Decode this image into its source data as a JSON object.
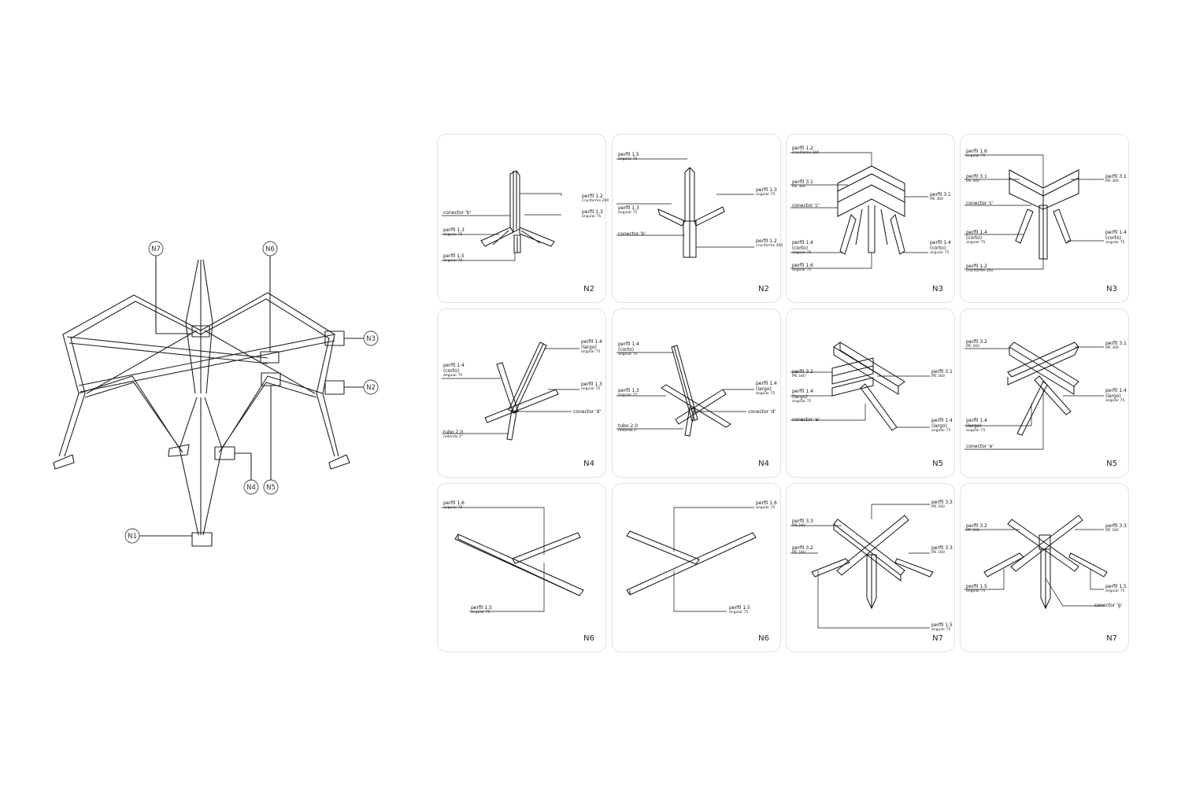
{
  "overview": {
    "nodes": [
      "N7",
      "N6",
      "N3",
      "N2",
      "N4",
      "N5",
      "N1"
    ]
  },
  "panels": [
    {
      "id": "N2",
      "labels": [
        {
          "main": "perfil 1.2",
          "sub": "cruciforme 200"
        },
        {
          "main": "perfil 1.3",
          "sub": "angular 75"
        },
        {
          "main": "conector 'b'",
          "sub": ""
        },
        {
          "main": "perfil 1.3",
          "sub": "angular 75"
        },
        {
          "main": "perfil 1.5",
          "sub": "angular 75"
        }
      ]
    },
    {
      "id": "N2",
      "labels": [
        {
          "main": "perfil 1.5",
          "sub": "angular 75"
        },
        {
          "main": "perfil 1.3",
          "sub": "angular 75"
        },
        {
          "main": "perfil 1.3",
          "sub": "angular 75"
        },
        {
          "main": "conector 'b'",
          "sub": ""
        },
        {
          "main": "perfil 1.2",
          "sub": "cruciforme 200"
        }
      ]
    },
    {
      "id": "N3",
      "labels": [
        {
          "main": "perfil 1.2",
          "sub": "cruciforme 200"
        },
        {
          "main": "perfil 3.1",
          "sub": "IPE 300"
        },
        {
          "main": "perfil 3.1",
          "sub": "IPE 300"
        },
        {
          "main": "conector 'c'",
          "sub": ""
        },
        {
          "main": "perfil 1.4\n(corto)",
          "sub": "angular 75"
        },
        {
          "main": "perfil 1.4\n(corto)",
          "sub": "angular 75"
        },
        {
          "main": "perfil 1.6",
          "sub": "angular 75"
        }
      ]
    },
    {
      "id": "N3",
      "labels": [
        {
          "main": "perfil 1.6",
          "sub": "angular 75"
        },
        {
          "main": "perfil 3.1",
          "sub": "IPE 300"
        },
        {
          "main": "perfil 3.1",
          "sub": "IPE 300"
        },
        {
          "main": "conector 'c'",
          "sub": ""
        },
        {
          "main": "perfil 1.4\n(corto)",
          "sub": "angular 75"
        },
        {
          "main": "perfil 1.4\n(corto)",
          "sub": "angular 75"
        },
        {
          "main": "perfil 1.2",
          "sub": "cruciforme 200"
        }
      ]
    },
    {
      "id": "N4",
      "labels": [
        {
          "main": "perfil 1.4\n(largo)",
          "sub": "angular 75"
        },
        {
          "main": "perfil 1.4\n(corto)",
          "sub": "angular 75"
        },
        {
          "main": "perfil 1.3",
          "sub": "angular 75"
        },
        {
          "main": "conector 'd'",
          "sub": ""
        },
        {
          "main": "tubo 2.0",
          "sub": "redondo 2\""
        }
      ]
    },
    {
      "id": "N4",
      "labels": [
        {
          "main": "perfil 1.4\n(corto)",
          "sub": "angular 75"
        },
        {
          "main": "perfil 1.4\n(largo)",
          "sub": "angular 75"
        },
        {
          "main": "perfil 1.3",
          "sub": "angular 75"
        },
        {
          "main": "conector 'd'",
          "sub": ""
        },
        {
          "main": "tubo 2.0",
          "sub": "redondo 2\""
        }
      ]
    },
    {
      "id": "N5",
      "labels": [
        {
          "main": "perfil 3.2",
          "sub": "IPE 160"
        },
        {
          "main": "perfil 3.1",
          "sub": "IPE 300"
        },
        {
          "main": "perfil 1.4\n(largo)",
          "sub": "angular 75"
        },
        {
          "main": "conector 'e'",
          "sub": ""
        },
        {
          "main": "perfil 1.4\n(largo)",
          "sub": "angular 75"
        }
      ]
    },
    {
      "id": "N5",
      "labels": [
        {
          "main": "perfil 3.2",
          "sub": "IPE 160"
        },
        {
          "main": "perfil 3.1",
          "sub": "IPE 300"
        },
        {
          "main": "perfil 1.4\n(largo)",
          "sub": "angular 75"
        },
        {
          "main": "perfil 1.4\n(largo)",
          "sub": "angular 75"
        },
        {
          "main": "conector 'e'",
          "sub": ""
        }
      ]
    },
    {
      "id": "N6",
      "labels": [
        {
          "main": "perfil 1.6",
          "sub": "angular 75"
        },
        {
          "main": "perfil 1.5",
          "sub": "angular 75"
        }
      ]
    },
    {
      "id": "N6",
      "labels": [
        {
          "main": "perfil 1.6",
          "sub": "angular 75"
        },
        {
          "main": "perfil 1.5",
          "sub": "angular 75"
        }
      ]
    },
    {
      "id": "N7",
      "labels": [
        {
          "main": "perfil 3.3",
          "sub": "IPE 160"
        },
        {
          "main": "perfil 3.3",
          "sub": "IPE 160"
        },
        {
          "main": "perfil 3.2",
          "sub": "IPE 160"
        },
        {
          "main": "perfil 3.3",
          "sub": "IPE 160"
        },
        {
          "main": "perfil 1.5",
          "sub": "angular 75"
        }
      ]
    },
    {
      "id": "N7",
      "labels": [
        {
          "main": "perfil 3.2",
          "sub": "IPE 160"
        },
        {
          "main": "perfil 3.3",
          "sub": "IPE 160"
        },
        {
          "main": "perfil 1.5",
          "sub": "angular 75"
        },
        {
          "main": "perfil 1.5",
          "sub": "angular 75"
        },
        {
          "main": "conector 'g'",
          "sub": ""
        }
      ]
    }
  ]
}
